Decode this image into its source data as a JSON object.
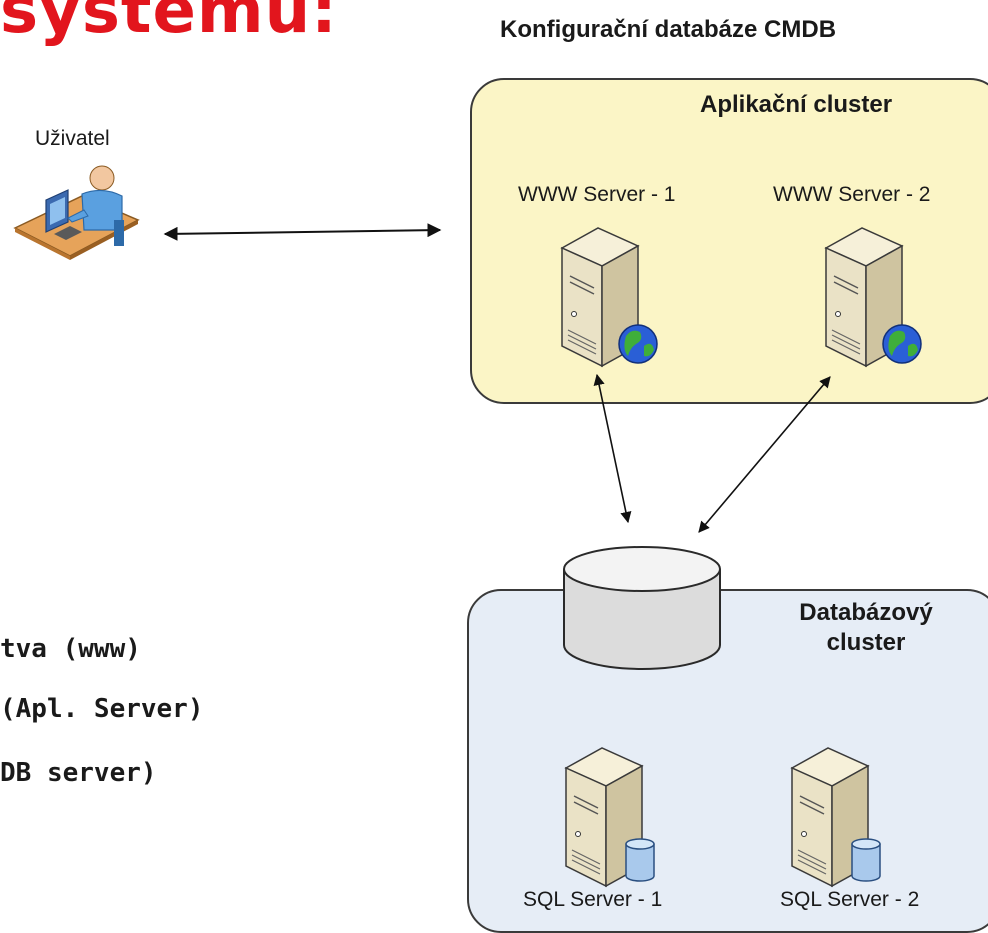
{
  "slide": {
    "title": "systému:",
    "bullets": [
      "tva (www)",
      " (Apl. Server)",
      "DB server)"
    ]
  },
  "diagram": {
    "title": "Konfigurační databáze CMDB",
    "user_label": "Uživatel",
    "app_cluster": {
      "title": "Aplikační cluster",
      "servers": [
        "WWW Server - 1",
        "WWW Server - 2"
      ]
    },
    "db_cluster": {
      "title": "Databázový cluster",
      "servers": [
        "SQL Server - 1",
        "SQL Server - 2"
      ]
    },
    "colors": {
      "title_red": "#e2151d",
      "app_cluster_fill": "#fbf5c6",
      "db_cluster_fill": "#e6edf6",
      "server_body": "#eae2c6",
      "globe_blue": "#2a5fd6",
      "db_cylinder": "#a9c9ec"
    },
    "icons": [
      "user-workstation-icon",
      "web-server-icon",
      "database-icon",
      "sql-server-icon"
    ]
  }
}
